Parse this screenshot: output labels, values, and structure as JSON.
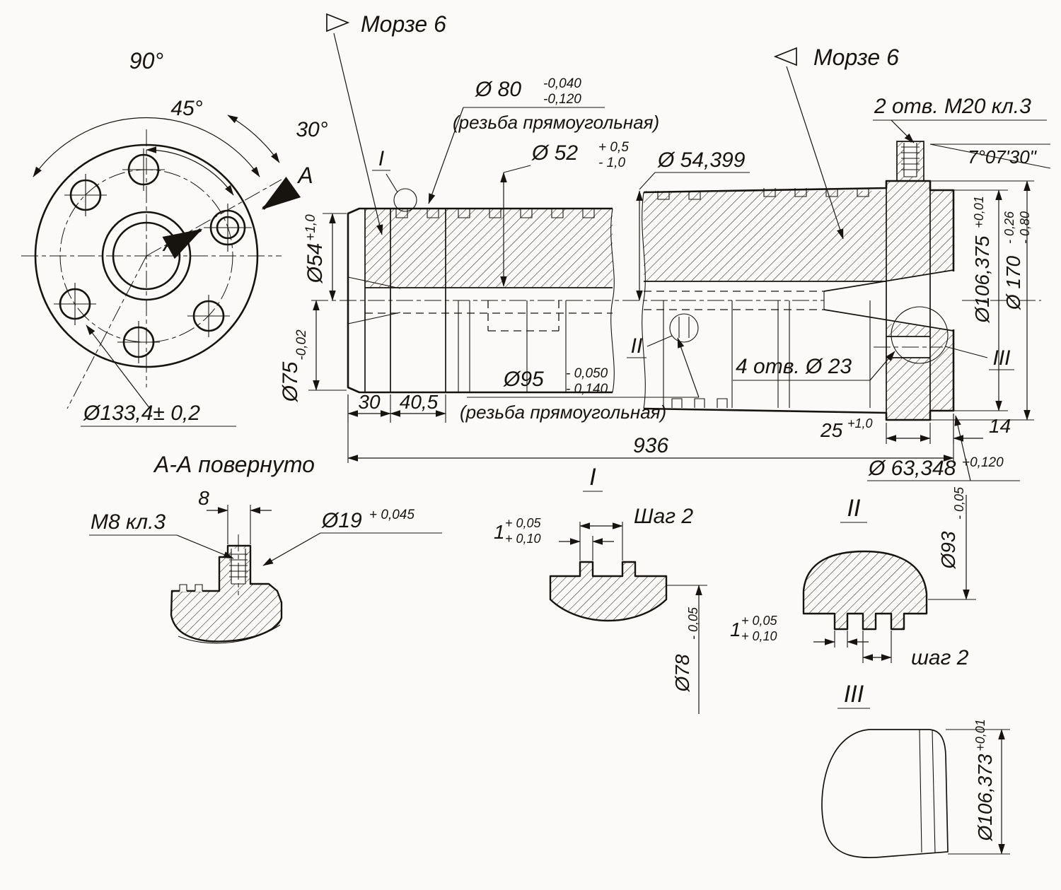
{
  "colors": {
    "ink": "#17140f",
    "paper": "#fbfaf8"
  },
  "flange_view": {
    "angle_90": "90°",
    "angle_45": "45°",
    "angle_30": "30°",
    "label_a_outer": "А",
    "label_a_inner": "А",
    "bolt_circle_dia": "Ø133,4± 0,2"
  },
  "main_view": {
    "morse_left": "Морзе 6",
    "morse_right": "Морзе 6",
    "d80": {
      "main": "Ø 80",
      "upper": "-0,040",
      "lower": "-0,120",
      "note": "(резьба прямоугольная)"
    },
    "d52": {
      "main": "Ø 52",
      "upper": "+ 0,5",
      "lower": "- 1,0"
    },
    "d54_399": "Ø 54,399",
    "holes_m20": "2 отв. М20 кл.3",
    "taper_angle": "7°07'30\"",
    "d54": {
      "main": "Ø54",
      "upper": "+1,0"
    },
    "d75": {
      "main": "Ø75",
      "lower": "-0,02"
    },
    "len_30": "30",
    "len_40_5": "40,5",
    "d95": {
      "main": "Ø95",
      "upper": "- 0,050",
      "lower": "- 0,140",
      "note": "(резьба прямоугольная)"
    },
    "holes_23": "4 отв. Ø 23",
    "len_25": {
      "main": "25",
      "upper": "+1,0"
    },
    "len_14": "14",
    "len_936": "936",
    "d63_348": {
      "main": "Ø 63,348",
      "upper": "+0,120"
    },
    "d106_375": {
      "main": "Ø106,375",
      "upper": "+0,01"
    },
    "d170": {
      "main": "Ø 170",
      "upper": "- 0,26",
      "lower": "- 0,80"
    },
    "marker_1": "I",
    "marker_2": "II",
    "marker_3": "III"
  },
  "section_aa": {
    "title": "А-А повернуто",
    "m8": "М8 кл.3",
    "len_8": "8",
    "d19": {
      "main": "Ø19",
      "upper": "+ 0,045"
    }
  },
  "detail_1": {
    "title": "I",
    "tooth": {
      "main": "1",
      "upper": "+ 0,05",
      "lower": "+ 0,10"
    },
    "pitch": "Шаг 2",
    "d78": {
      "main": "Ø78",
      "lower": "- 0,05"
    }
  },
  "detail_2": {
    "title": "II",
    "tooth": {
      "main": "1",
      "upper": "+ 0,05",
      "lower": "+ 0,10"
    },
    "pitch": "шаг 2",
    "d93": {
      "main": "Ø93",
      "lower": "- 0,05"
    }
  },
  "detail_3": {
    "title": "III",
    "d106_373": {
      "main": "Ø106,373",
      "upper": "+0,01"
    }
  }
}
